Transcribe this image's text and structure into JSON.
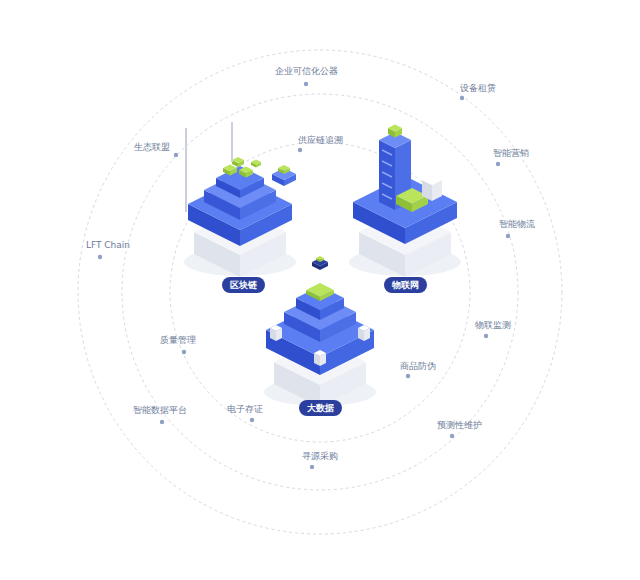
{
  "diagram": {
    "nodes": [
      {
        "text": [
          "区块链"
        ]
      },
      {
        "text": [
          "物联网"
        ]
      },
      {
        "text": [
          "大数据"
        ]
      }
    ],
    "labels": [
      "企业可信化公器",
      "设备租赁",
      "生态联盟",
      "智能营销",
      "供应链追溯",
      "LFT Chain",
      "智能物流",
      "质量管理",
      "物联监测",
      "商品防伪",
      "智能数据平台",
      "电子存证",
      "预测性维护",
      "寻源采购"
    ]
  }
}
